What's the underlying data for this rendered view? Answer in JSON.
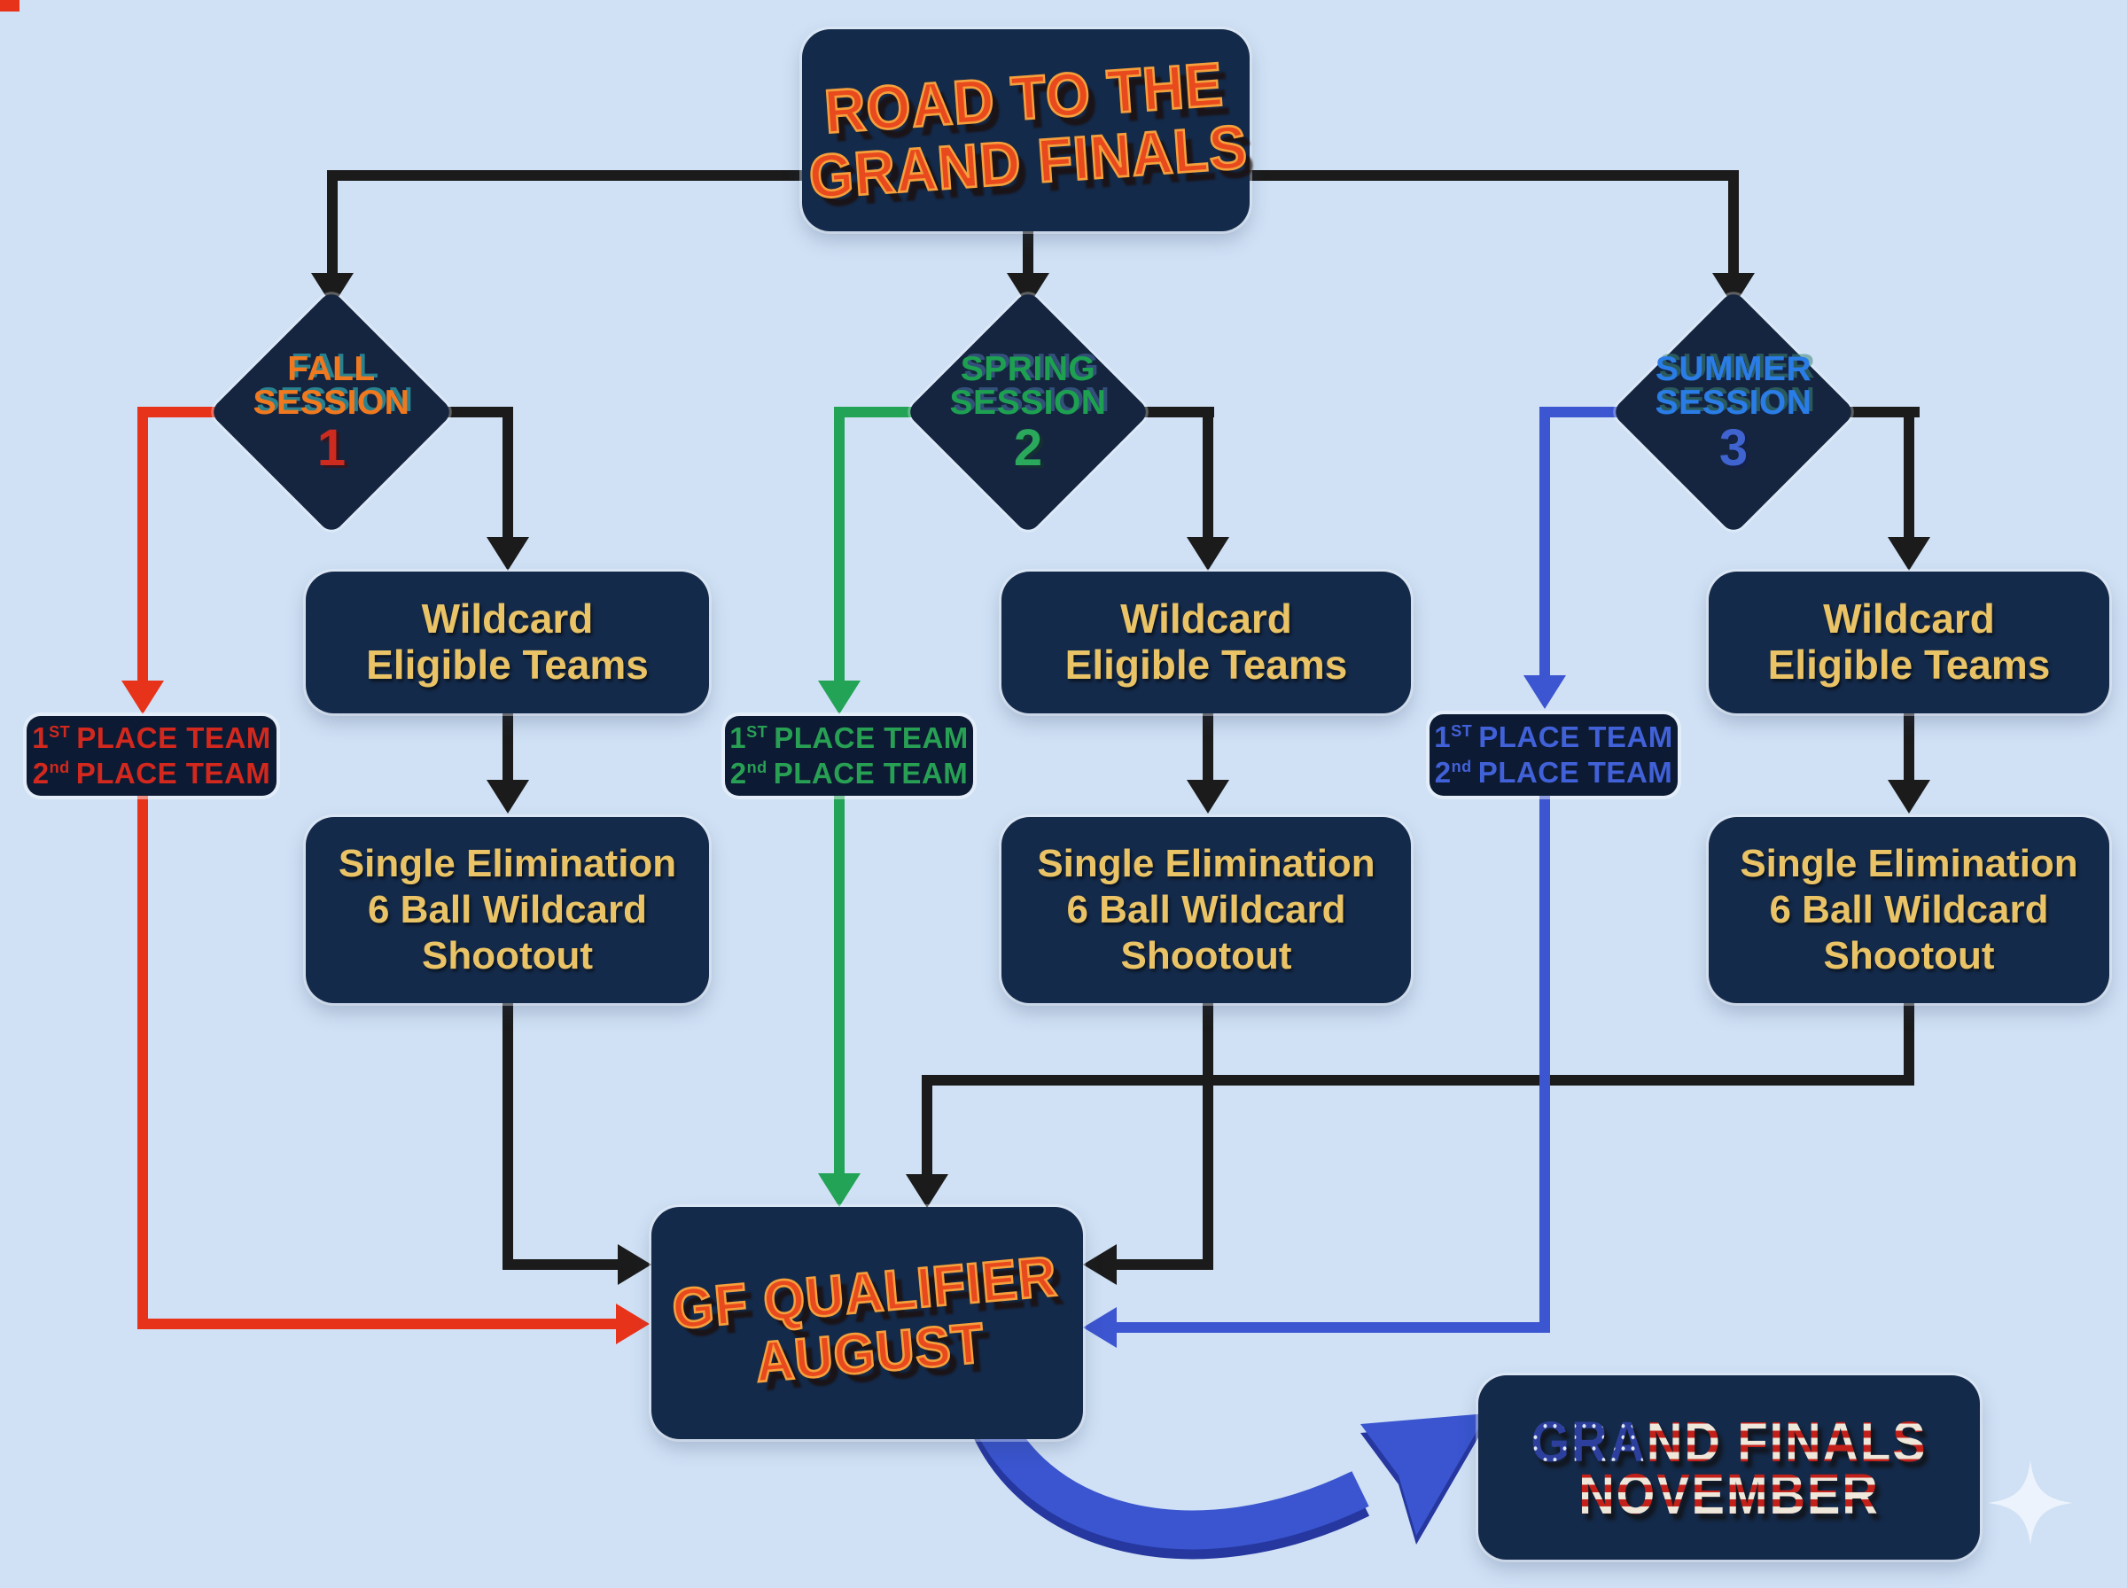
{
  "title": {
    "line1": "ROAD TO THE",
    "line2": "GRAND FINALS",
    "text_color": "#e8491d",
    "outline_color": "#f5a03c"
  },
  "sessions": [
    {
      "name": "FALL",
      "word2": "SESSION",
      "number": "1",
      "label_color": "#f0791f",
      "number_color": "#cd2a20",
      "line_color": "#e8331b"
    },
    {
      "name": "SPRING",
      "word2": "SESSION",
      "number": "2",
      "label_color": "#1da151",
      "number_color": "#2aa85c",
      "line_color": "#22a355"
    },
    {
      "name": "SUMMER",
      "word2": "SESSION",
      "number": "3",
      "label_color": "#2a7ce6",
      "number_color": "#3f63cf",
      "line_color": "#3c55d0"
    }
  ],
  "wildcard_box": {
    "line1": "Wildcard",
    "line2": "Eligible Teams",
    "text_color": "#e9c366"
  },
  "single_elim_box": {
    "line1": "Single Elimination",
    "line2": "6 Ball Wildcard",
    "line3": "Shootout"
  },
  "place_label": {
    "first_num": "1",
    "first_sup": "ST",
    "first_text": "PLACE TEAM",
    "second_num": "2",
    "second_sup": "nd",
    "second_text": "PLACE TEAM",
    "colors": {
      "fall": "#d2281d",
      "spring": "#28a054",
      "summer": "#4161d8"
    }
  },
  "gf_qualifier": {
    "line1": "GF QUALIFIER",
    "line2": "AUGUST"
  },
  "grand_finals": {
    "line1_blue": "GRA",
    "line1_stripes": "ND FINALS",
    "line2": "NOVEMBER",
    "flag_blue": "#2c3f9d",
    "flag_red": "#c22019"
  },
  "colors": {
    "background": "#d0e1f5",
    "box": "#142a4a",
    "label_box": "#0d1a33",
    "black_line": "#1b1b1b",
    "swoosh": "#3a55cf",
    "swoosh_dark": "#26379f",
    "gold": "#e9c366"
  }
}
